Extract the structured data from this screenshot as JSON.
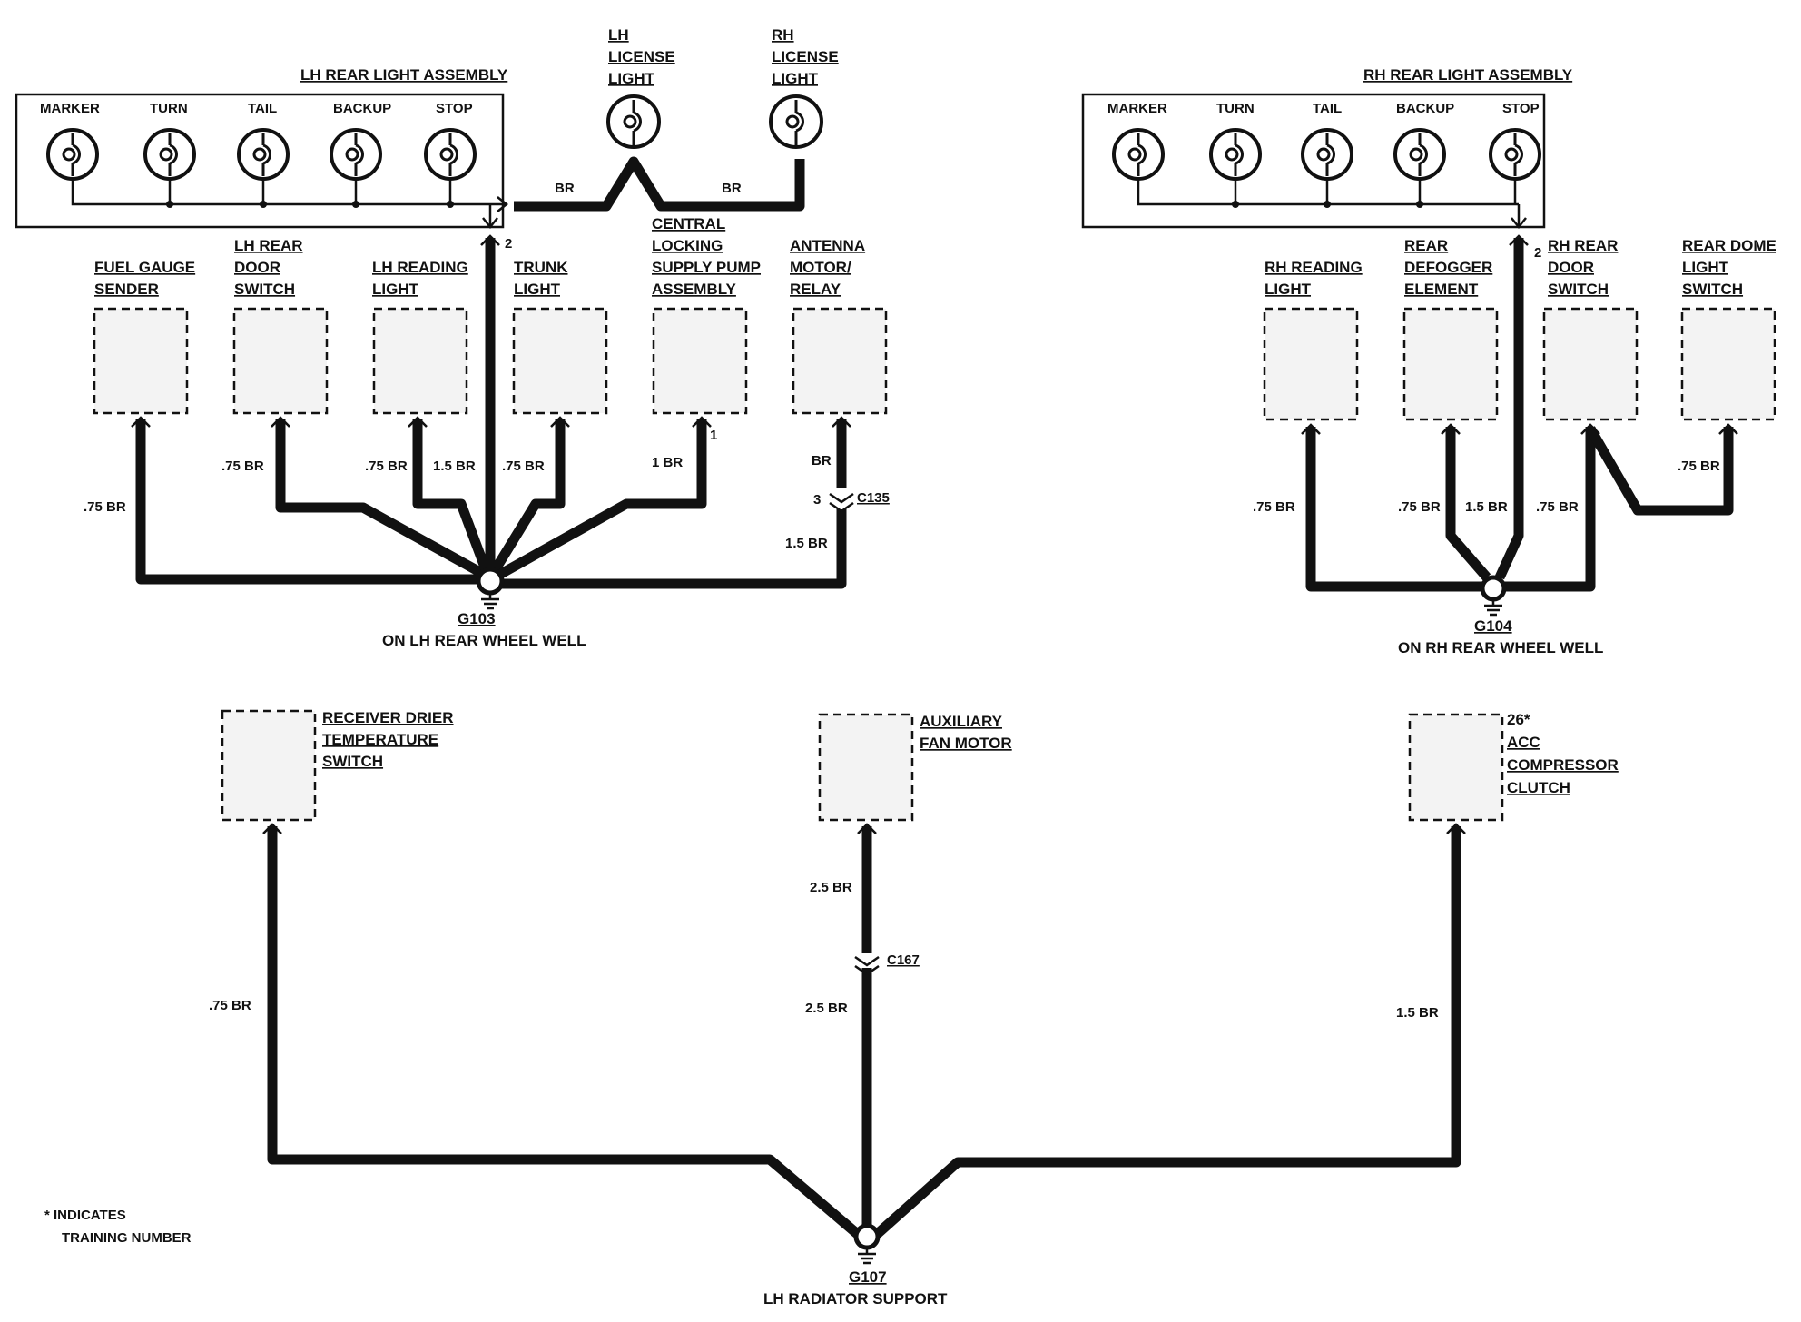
{
  "lh_rear_assembly": {
    "title": "LH REAR LIGHT ASSEMBLY",
    "bulbs": [
      "MARKER",
      "TURN",
      "TAIL",
      "BACKUP",
      "STOP"
    ]
  },
  "rh_rear_assembly": {
    "title": "RH REAR LIGHT ASSEMBLY",
    "bulbs": [
      "MARKER",
      "TURN",
      "TAIL",
      "BACKUP",
      "STOP"
    ]
  },
  "license_lights": {
    "lh": [
      "LH",
      "LICENSE",
      "LIGHT"
    ],
    "rh": [
      "RH",
      "LICENSE",
      "LIGHT"
    ],
    "wire_left": "BR",
    "wire_right": "BR"
  },
  "lh_components": [
    {
      "label": [
        "FUEL GAUGE",
        "SENDER"
      ],
      "wire": ".75 BR"
    },
    {
      "label": [
        "LH REAR",
        "DOOR",
        "SWITCH"
      ],
      "wire": ".75 BR"
    },
    {
      "label": [
        "LH READING",
        "LIGHT"
      ],
      "wire": ".75 BR",
      "wire2": "1.5 BR"
    },
    {
      "label": [
        "TRUNK",
        "LIGHT"
      ],
      "wire": ".75 BR"
    },
    {
      "label": [
        "CENTRAL",
        "LOCKING",
        "SUPPLY PUMP",
        "ASSEMBLY"
      ],
      "wire": "1 BR",
      "pin": "1"
    },
    {
      "label": [
        "ANTENNA",
        "MOTOR/",
        "RELAY"
      ],
      "wire": "BR",
      "wire2": "1.5 BR"
    }
  ],
  "lh_extra": {
    "stop_pin": "2",
    "connector": "C135",
    "connector_pin": "3"
  },
  "g103": {
    "id": "G103",
    "location": "ON LH REAR WHEEL WELL"
  },
  "rh_components": [
    {
      "label": [
        "RH READING",
        "LIGHT"
      ],
      "wire": ".75 BR"
    },
    {
      "label": [
        "REAR",
        "DEFOGGER",
        "ELEMENT"
      ],
      "wire": ".75 BR"
    },
    {
      "label": [
        "RH REAR",
        "DOOR",
        "SWITCH"
      ],
      "wire": ".75 BR"
    },
    {
      "label": [
        "REAR DOME",
        "LIGHT",
        "SWITCH"
      ],
      "wire": ".75 BR"
    }
  ],
  "rh_extra": {
    "stop_pin": "2",
    "stop_wire": "1.5 BR"
  },
  "g104": {
    "id": "G104",
    "location": "ON RH REAR WHEEL WELL"
  },
  "front_components": [
    {
      "label": [
        "RECEIVER DRIER",
        "TEMPERATURE",
        "SWITCH"
      ],
      "wire": ".75 BR"
    },
    {
      "label": [
        "AUXILIARY",
        "FAN MOTOR"
      ],
      "wire": "2.5 BR",
      "wire2": "2.5 BR",
      "connector": "C167"
    },
    {
      "label": [
        "26*",
        "ACC",
        "COMPRESSOR",
        "CLUTCH"
      ],
      "wire": "1.5 BR"
    }
  ],
  "g107": {
    "id": "G107",
    "location": "LH RADIATOR SUPPORT"
  },
  "footnote": [
    "* INDICATES",
    "TRAINING NUMBER"
  ]
}
